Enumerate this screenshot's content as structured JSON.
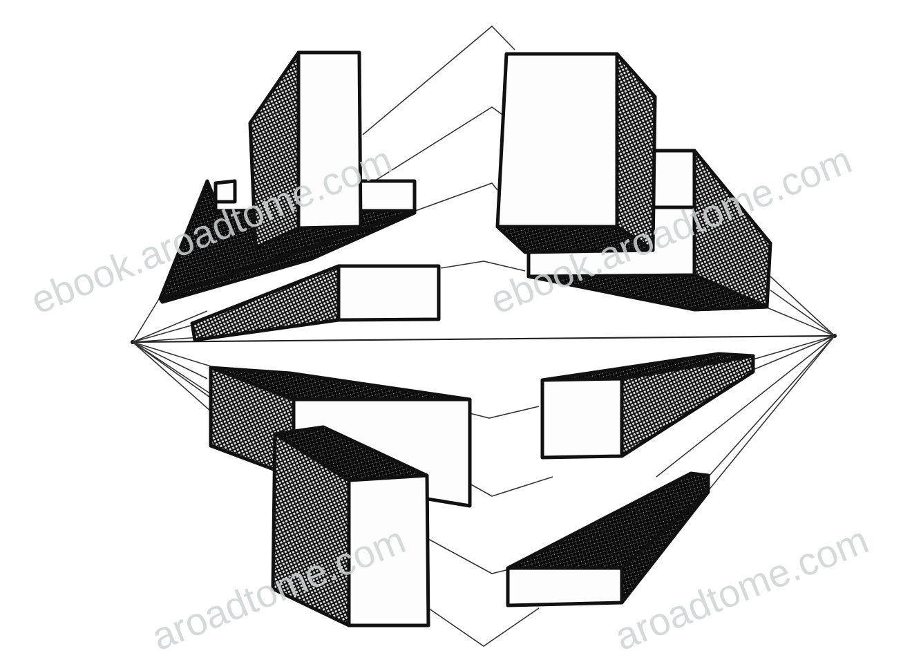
{
  "figure": {
    "subject": "two-point-perspective-boxes",
    "watermark": {
      "text_1": "ebook.aroadtome.com",
      "text_2": "ebook.aroadtome.com",
      "text_3": "aroadtome.com",
      "text_4": "aroadtome.com"
    },
    "colors": {
      "ink": "#111111",
      "paper": "#ffffff",
      "watermark": "#cfd3d4"
    }
  }
}
